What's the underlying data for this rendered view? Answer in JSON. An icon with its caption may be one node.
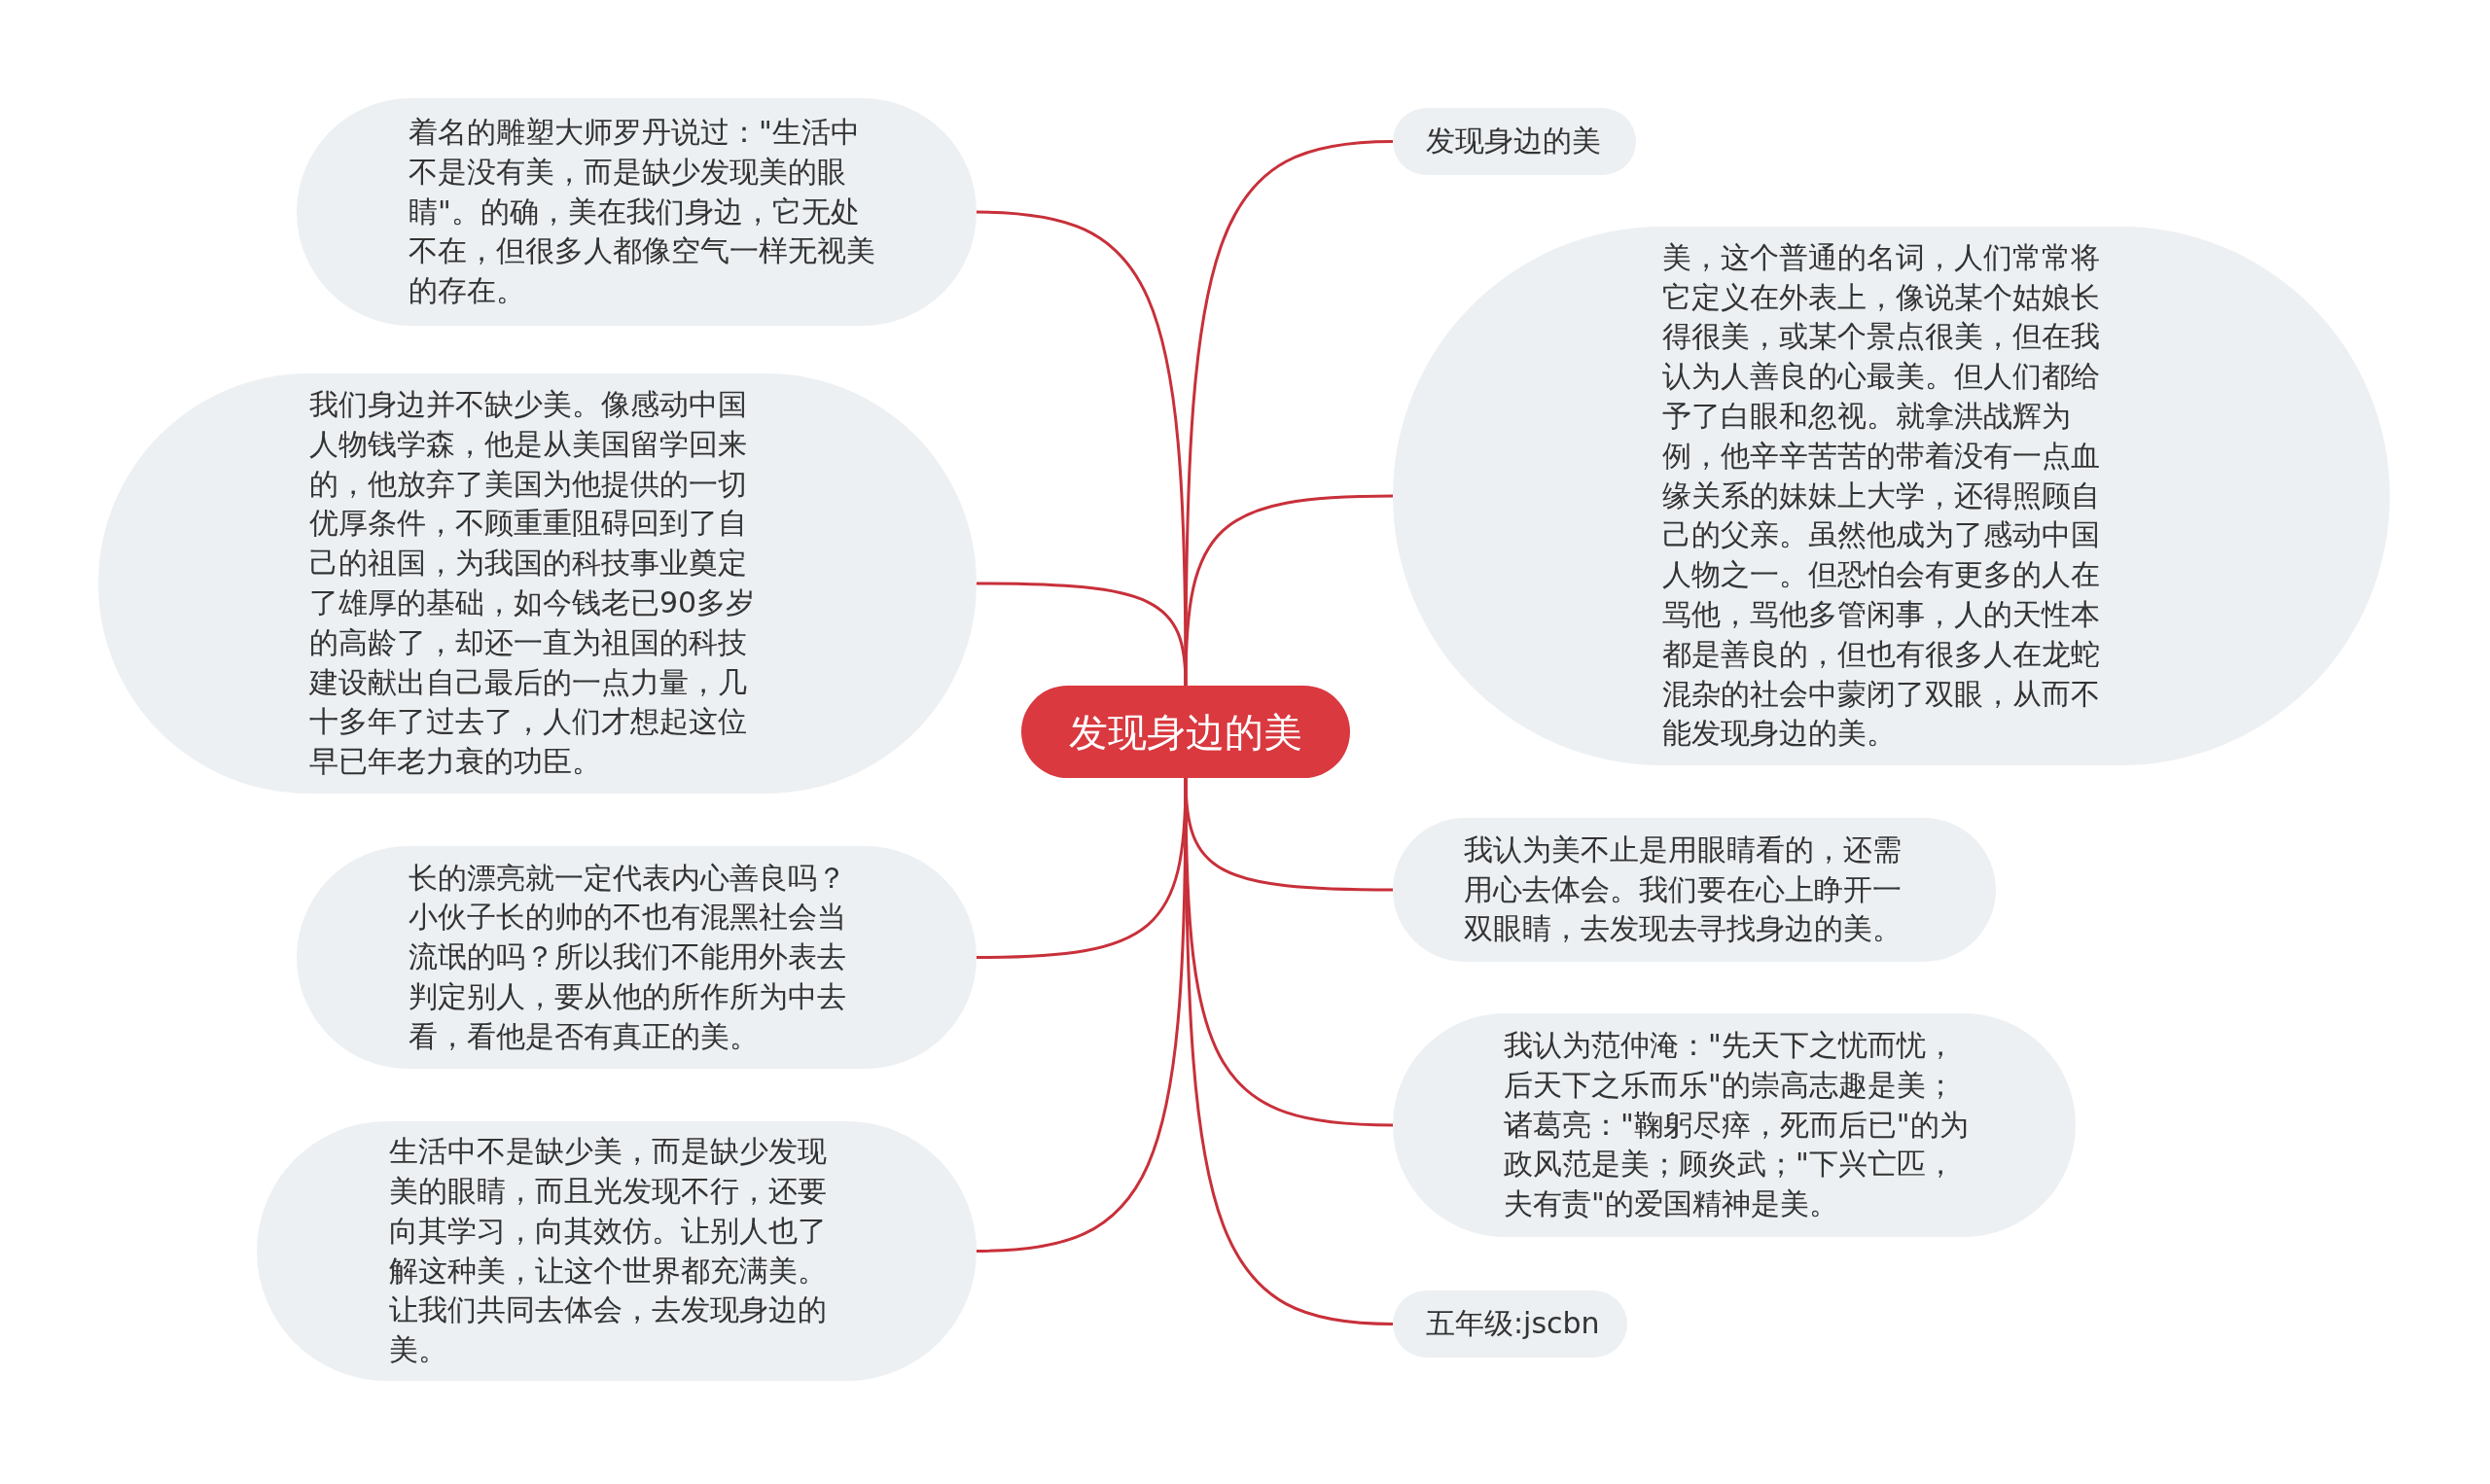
{
  "diagram": {
    "nodes": [
      {
        "text": [
          "发现身边的美"
        ]
      },
      {
        "text": [
          "发现身边的美"
        ]
      },
      {
        "text": [
          "美，这个普通的名词，人们常常将它定义在外表上，像说某个姑娘长得很美，或某个景点很美，但在我认为人善良的心最美。但人们都给予了白眼和忽视。就拿洪战辉为例，他辛辛苦苦的带着没有一点血缘关系的妹妹上大学，还得照顾自己的父亲。虽然他成为了感动中国人物之一。但恐怕会有更多的人在骂他，骂他多管闲事，人的天性本都是善良的，但也有很多人在龙蛇混杂的社会中蒙闭了双眼，从而不能发现身边的美。"
        ]
      },
      {
        "text": [
          "我认为美不止是用眼睛看的，还需用心去体会。我们要在心上睁开一双眼睛，去发现去寻找身边的美。"
        ]
      },
      {
        "text": [
          "我认为范仲淹：\"先天下之忧而忧，后天下之乐而乐\"的崇高志趣是美；诸葛亮：\"鞠躬尽瘁，死而后已\"的为政风范是美；顾炎武；\"下兴亡匹，夫有责\"的爱国精神是美。"
        ]
      },
      {
        "text": [
          "五年级:jscbn"
        ]
      },
      {
        "text": [
          "着名的雕塑大师罗丹说过：\"生活中不是没有美，而是缺少发现美的眼睛\"。的确，美在我们身边，它无处不在，但很多人都像空气一样无视美的存在。"
        ]
      },
      {
        "text": [
          "我们身边并不缺少美。像感动中国人物钱学森，他是从美国留学回来的，他放弃了美国为他提供的一切优厚条件，不顾重重阻碍回到了自己的祖国，为我国的科技事业奠定了雄厚的基础，如今钱老已90多岁的高龄了，却还一直为祖国的科技建设献出自己最后的一点力量，几十多年了过去了，人们才想起这位早已年老力衰的功臣。"
        ]
      },
      {
        "text": [
          "长的漂亮就一定代表内心善良吗？小伙子长的帅的不也有混黑社会当流氓的吗？所以我们不能用外表去判定别人，要从他的所作所为中去看，看他是否有真正的美。"
        ]
      },
      {
        "text": [
          "生活中不是缺少美，而是缺少发现美的眼睛，而且光发现不行，还要向其学习，向其效仿。让别人也了解这种美，让这个世界都充满美。让我们共同去体会，去发现身边的美。"
        ]
      }
    ],
    "edges": [
      {
        "from": 0,
        "to": 1,
        "arrow": "none"
      },
      {
        "from": 0,
        "to": 2,
        "arrow": "none"
      },
      {
        "from": 0,
        "to": 3,
        "arrow": "none"
      },
      {
        "from": 0,
        "to": 4,
        "arrow": "none"
      },
      {
        "from": 0,
        "to": 5,
        "arrow": "none"
      },
      {
        "from": 0,
        "to": 6,
        "arrow": "none"
      },
      {
        "from": 0,
        "to": 7,
        "arrow": "none"
      },
      {
        "from": 0,
        "to": 8,
        "arrow": "none"
      },
      {
        "from": 0,
        "to": 9,
        "arrow": "none"
      }
    ]
  }
}
